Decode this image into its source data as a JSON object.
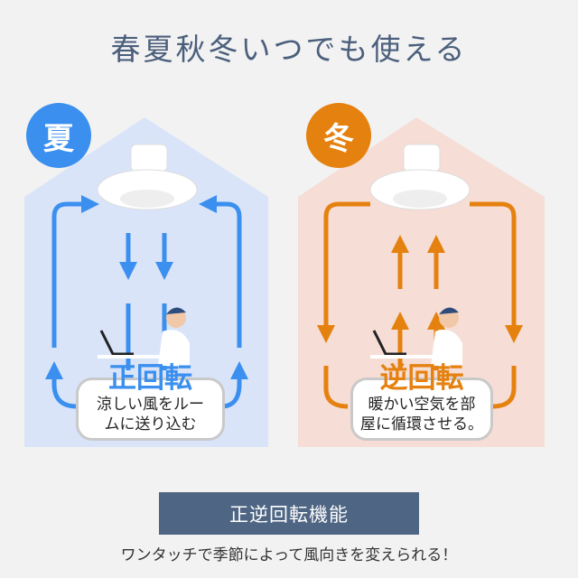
{
  "title": "春夏秋冬いつでも使える",
  "summer": {
    "badge": "夏",
    "mode": "正回転",
    "desc": [
      "涼しい風をルー",
      "ムに送り込む"
    ],
    "color": "#3b8fef",
    "bg": "#d9e4f9"
  },
  "winter": {
    "badge": "冬",
    "mode": "逆回転",
    "desc": [
      "暖かい空気を部",
      "屋に循環させる。"
    ],
    "color": "#e5810f",
    "bg": "#f6ddd5"
  },
  "feature_label": "正逆回転機能",
  "caption": "ワンタッチで季節によって風向きを変えられる！"
}
